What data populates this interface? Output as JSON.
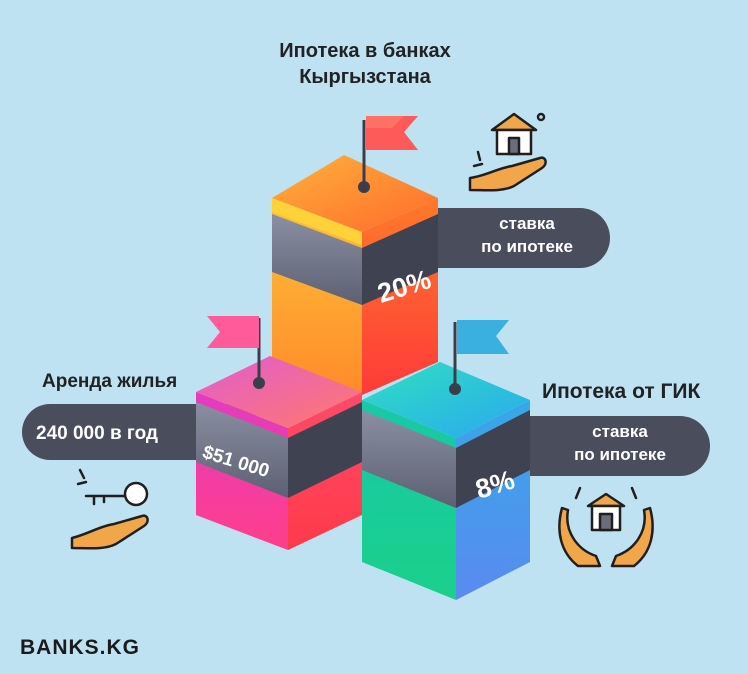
{
  "title": {
    "line1": "Ипотека в банках",
    "line2": "Кыргызстана"
  },
  "bank_mortgage": {
    "rate": "20%",
    "pill_line1": "ставка",
    "pill_line2": "по ипотеке"
  },
  "rent": {
    "label": "Аренда жилья",
    "amount": "240 000 в год",
    "usd": "$51 000"
  },
  "gik_mortgage": {
    "label": "Ипотека от ГИК",
    "rate": "8%",
    "pill_line1": "ставка",
    "pill_line2": "по ипотеке"
  },
  "logo": "BANKS.KG",
  "colors": {
    "background": "#bfe2f2",
    "pill": "#4a4e5c",
    "orange_top": "#ff8a2c",
    "pink_top": "#ff6fa0",
    "teal_top": "#20c8d8",
    "icon_stroke": "#1f1f1f",
    "icon_accent": "#f2a64a"
  },
  "icons": [
    "house-in-hand-icon",
    "key-in-hand-icon",
    "house-in-hands-icon",
    "flag-icon"
  ]
}
